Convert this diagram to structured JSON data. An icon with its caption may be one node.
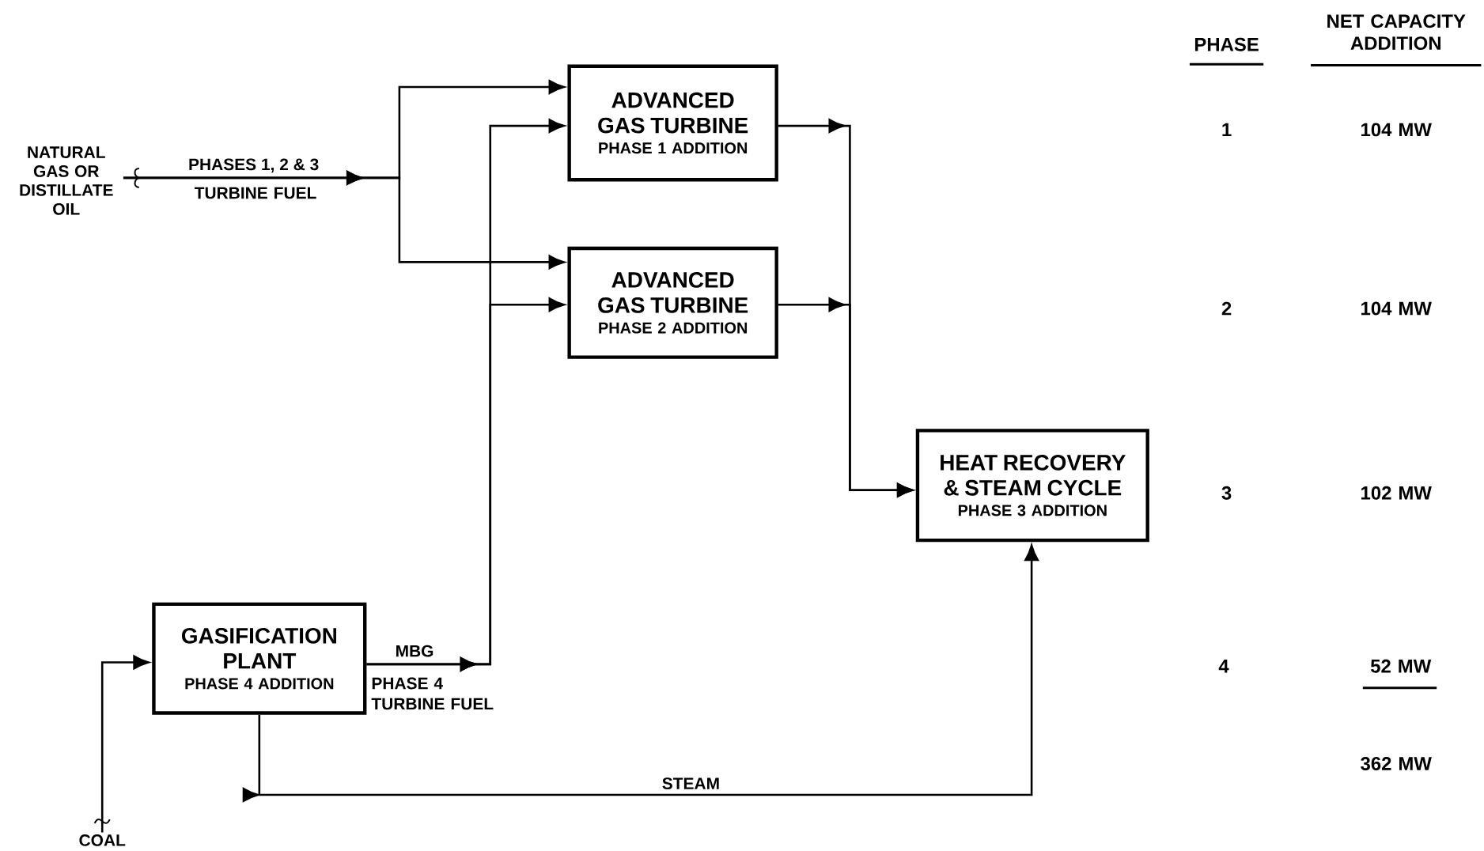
{
  "diagram": {
    "nodes": [
      {
        "text": [
          "NATURAL GAS OR DISTILLATE OIL"
        ]
      },
      {
        "text": [
          "ADVANCED GAS TURBINE",
          "PHASE 1 ADDITION"
        ]
      },
      {
        "text": [
          "ADVANCED GAS TURBINE",
          "PHASE 2 ADDITION"
        ]
      },
      {
        "text": [
          "HEAT RECOVERY & STEAM CYCLE",
          "PHASE 3 ADDITION"
        ]
      },
      {
        "text": [
          "GASIFICATION PLANT",
          "PHASE 4 ADDITION"
        ]
      },
      {
        "text": [
          "COAL"
        ]
      }
    ],
    "edges": [
      {
        "from": 0,
        "to": 1,
        "arrow": "to",
        "label": "PHASES 1, 2 & 3"
      },
      {
        "from": 0,
        "to": 2,
        "arrow": "to"
      },
      {
        "from": 4,
        "to": 1,
        "arrow": "to",
        "label": "MBG"
      },
      {
        "from": 4,
        "to": 2,
        "arrow": "to"
      },
      {
        "from": 1,
        "to": 3,
        "arrow": "to"
      },
      {
        "from": 2,
        "to": 3,
        "arrow": "to"
      },
      {
        "from": 4,
        "to": 3,
        "arrow": "to",
        "label": "STEAM"
      },
      {
        "from": 5,
        "to": 4,
        "arrow": "to"
      }
    ],
    "labels": [
      "TURBINE FUEL",
      "PHASE 4 TURBINE FUEL",
      "PHASE",
      "NET CAPACITY ADDITION",
      "1",
      "104 MW",
      "2",
      "104 MW",
      "3",
      "102 MW",
      "4",
      "52 MW",
      "362 MW"
    ]
  }
}
